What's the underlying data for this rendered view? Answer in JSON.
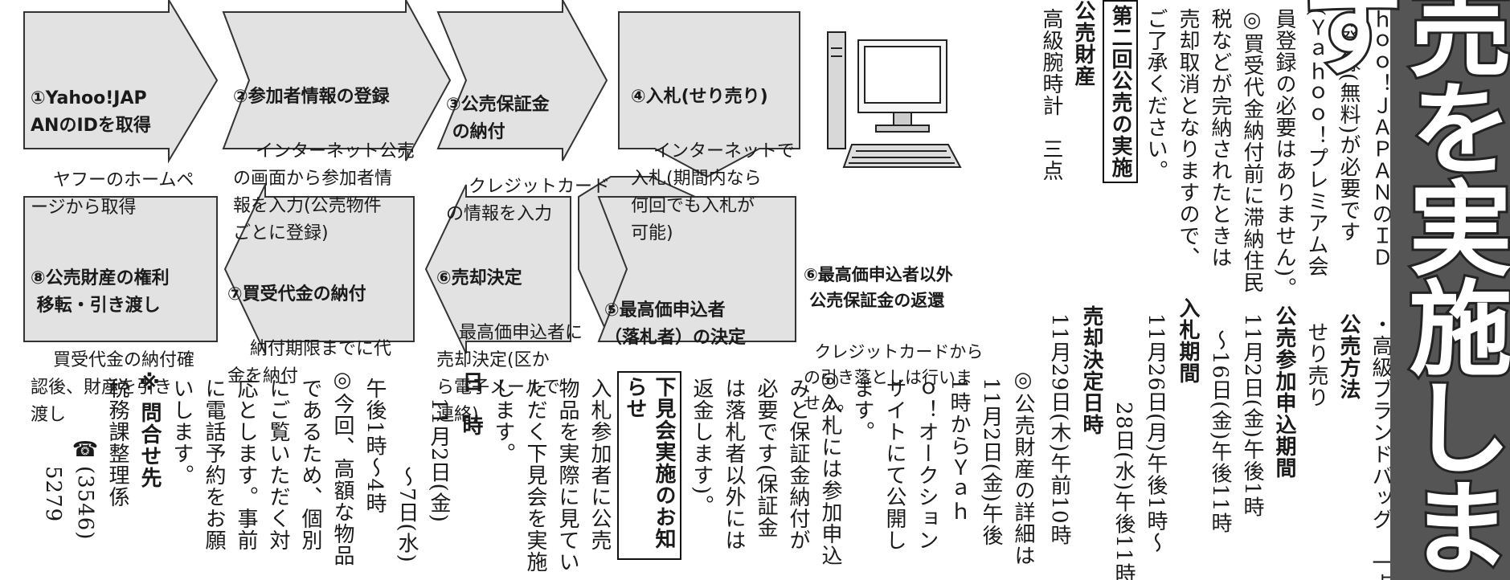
{
  "banner": {
    "title": "売を実施します"
  },
  "flow": {
    "steps": [
      {
        "id": "s1",
        "title": "①Yahoo!JAP\nANのIDを取得",
        "body": "ヤフーのホームペ\nージから取得"
      },
      {
        "id": "s2",
        "title": "②参加者情報の登録",
        "body": "インターネット公売\nの画面から参加者情\n報を入力(公売物件\nごとに登録)"
      },
      {
        "id": "s3",
        "title": "③公売保証金\n の納付",
        "body": "クレジットカード\nの情報を入力"
      },
      {
        "id": "s4",
        "title": "④入札(せり売り)",
        "body": "インターネットで\n入札(期間内なら\n何回でも入札が\n可能)"
      },
      {
        "id": "s5",
        "title": "⑤最高価申込者\n（落札者）の決定",
        "body": ""
      },
      {
        "id": "s6a",
        "title": "⑥最高価申込者以外\n 公売保証金の返還",
        "body": "クレジットカードから\nの引き落としは行いま\nせん。"
      },
      {
        "id": "s6b",
        "title": "⑥売却決定",
        "body": "最高価申込者に\n売却決定(区か\nら電子メールで\n連絡)"
      },
      {
        "id": "s7",
        "title": "⑦買受代金の納付",
        "body": "納付期限までに代\n金を納付"
      },
      {
        "id": "s8",
        "title": "⑧公売財産の権利\n 移転・引き渡し",
        "body": "買受代金の納付確\n認後、財産を引き\n渡し"
      }
    ]
  },
  "article": {
    "top_cols": [
      "ｈｏｏ！ＪＡＰＡＮのＩＤ",
      "の登録(無料)が必要です",
      "(Ｙａｈｏｏ！プレミアム会",
      "員登録の必要はありません)。",
      "◎買受代金納付前に滞納住民",
      "税などが完納されたときは",
      "売却取消となりますので、",
      "ご了承ください。"
    ],
    "boxed_heading": "第二回公売の実施",
    "property_heading": "公売財産",
    "property_item": "高級腕時計　三点",
    "right_block": {
      "item2": "・高級ブランドバッグ　一点",
      "method_heading": "公売方法",
      "method": "せり売り",
      "apply_heading": "公売参加申込期間",
      "apply_1": "11月2日(金)午後1時",
      "apply_2": "～16日(金)午後11時",
      "bid_heading": "入札期間",
      "bid_1": "11月26日(月)午後1時～",
      "bid_2": "28日(水)午後11時",
      "decision_heading": "売却決定日時",
      "decision": "11月29日(木)午前10時"
    },
    "notes": [
      "◎公売財産の詳細は",
      "11月2日(金)午後",
      "1時からＹａｈ",
      "ｏ！オークション",
      "サイトにて公開し",
      "ます。",
      "◎入札には参加申込",
      "みと保証金納付が",
      "必要です(保証金",
      "は落札者以外には",
      "返金します)。"
    ],
    "preview": {
      "heading": "下見会実施のお知らせ",
      "text": [
        "入札参加者に公売",
        "物品を実際に見てい",
        "ただく下見会を実施",
        "します。"
      ],
      "datetime_heading": "日　時",
      "date_1": "11月2日(金)",
      "date_2": "～7日(水)",
      "time": "午後1時～4時",
      "note": [
        "◎今回、高額な物品",
        "であるため、個別",
        "にご覧いただく対",
        "応とします。事前",
        "に電話予約をお願",
        "いします。"
      ]
    },
    "contact": {
      "marker": "※",
      "heading": "問合せ先",
      "dept": "税務課整理係",
      "phone_icon": "phone-icon",
      "phone_prefix": "(3546)",
      "phone": "5279"
    }
  }
}
